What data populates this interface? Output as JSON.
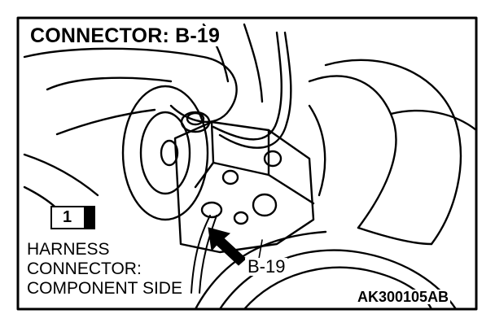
{
  "title": "CONNECTOR: B-19",
  "reference_box": {
    "number": "1"
  },
  "harness_label": [
    "HARNESS",
    "CONNECTOR:",
    "COMPONENT SIDE"
  ],
  "callout": "B-19",
  "figure_code": "AK300105AB",
  "colors": {
    "line": "#000000",
    "background": "#ffffff"
  }
}
